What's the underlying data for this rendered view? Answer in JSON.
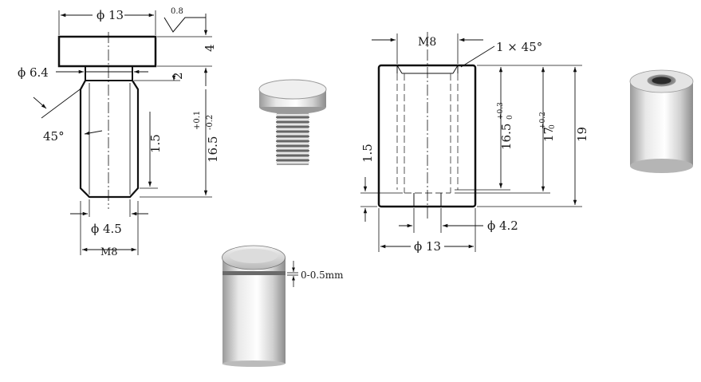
{
  "screw_drawing": {
    "head_diameter": "ϕ 13",
    "surface_roughness": "0.8",
    "head_height": "4",
    "neck_diameter": "ϕ 6.4",
    "neck_length": "2",
    "chamfer_angle": "45°",
    "tip_length": "1.5",
    "shank_length": "16.5",
    "shank_tol_upper": "+0.1",
    "shank_tol_lower": "-0.2",
    "minor_diameter": "ϕ 4.5",
    "thread": "M8"
  },
  "cap_gap": {
    "gap_label": "0-0.5mm"
  },
  "nut_drawing": {
    "thread": "M8",
    "chamfer": "1 × 45°",
    "thread_depth": "16.5",
    "thread_depth_tol_upper": "+0.3",
    "thread_depth_tol_lower": "0",
    "bore_depth": "17",
    "bore_depth_tol_upper": "+0.2",
    "bore_depth_tol_lower": "0",
    "total_height": "19",
    "bottom_thickness": "1.5",
    "hole_diameter": "ϕ 4.2",
    "outer_diameter": "ϕ 13"
  },
  "colors": {
    "line": "#111111",
    "metal_light": "#f2f2f2",
    "metal_mid": "#c8c8c8",
    "metal_dark": "#8a8a8a"
  }
}
